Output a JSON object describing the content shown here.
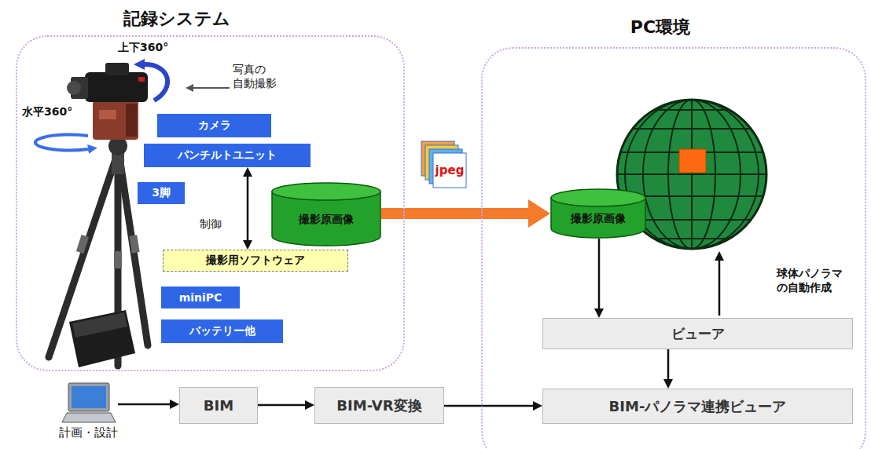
{
  "diagram": {
    "nodes": [
      {
        "text": [
          "記録システム"
        ]
      },
      {
        "text": [
          "カメラ"
        ],
        "in": 0
      },
      {
        "text": [
          "パンチルトユニット"
        ],
        "in": 0
      },
      {
        "text": [
          "3脚"
        ],
        "in": 0
      },
      {
        "text": [
          "撮影原画像"
        ],
        "in": 0
      },
      {
        "text": [
          "撮影用ソフトウェア"
        ],
        "in": 0
      },
      {
        "text": [
          "miniPC"
        ],
        "in": 0
      },
      {
        "text": [
          "バッテリー他"
        ],
        "in": 0
      },
      {
        "text": [
          "PC環境"
        ]
      },
      {
        "text": [
          "撮影原画像"
        ],
        "in": 8
      },
      {
        "text": [
          "ビューア"
        ],
        "in": 8
      },
      {
        "text": [
          "BIM-パノラマ連携ビューア"
        ],
        "in": 8
      },
      {
        "text": [
          "計画・設計"
        ]
      },
      {
        "text": [
          "BIM"
        ]
      },
      {
        "text": [
          "BIM-VR変換"
        ]
      }
    ],
    "edges": [
      {
        "from": 2,
        "to": 5,
        "arrow": "both",
        "label": "制御"
      },
      {
        "from": 4,
        "to": 9,
        "arrow": "to"
      },
      {
        "from": 9,
        "to": 10,
        "arrow": "to"
      },
      {
        "from": 10,
        "to": 11,
        "arrow": "to"
      },
      {
        "from": 12,
        "to": 13,
        "arrow": "to"
      },
      {
        "from": 13,
        "to": 14,
        "arrow": "to"
      },
      {
        "from": 14,
        "to": 11,
        "arrow": "to"
      }
    ],
    "labels": [
      "上下360°",
      "水平360°",
      "写真の 自動撮影",
      "jpeg",
      "球体パノラマ の自動作成"
    ]
  }
}
